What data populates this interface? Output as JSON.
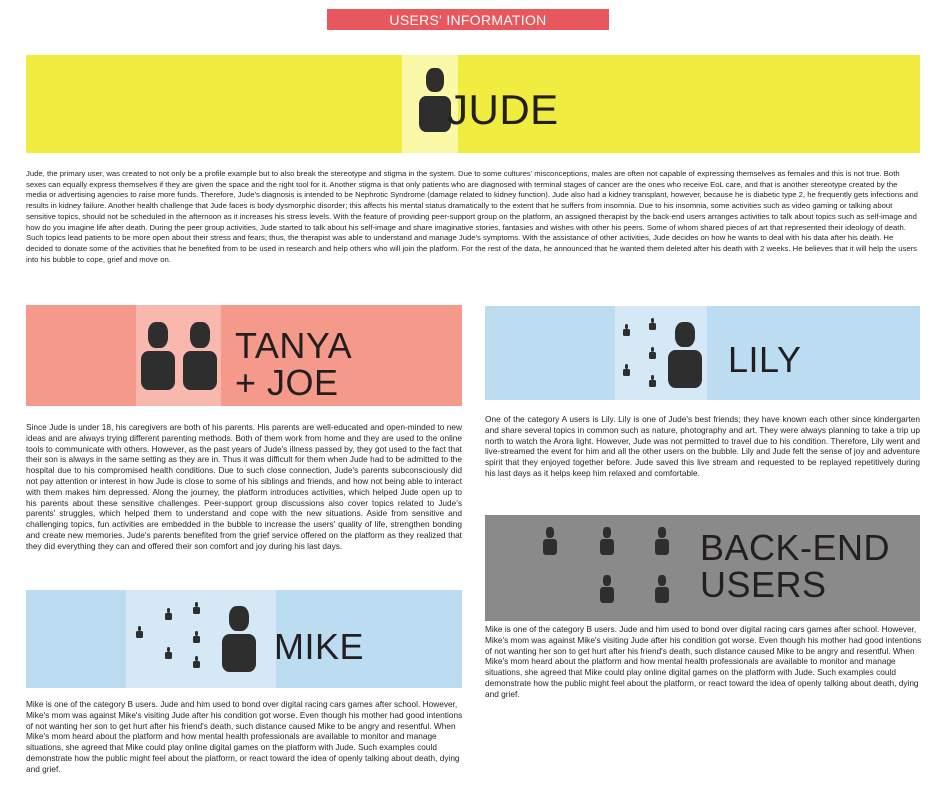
{
  "page": {
    "header_label": "USERS' INFORMATION"
  },
  "colors": {
    "header_red": "#e8575d",
    "jude_yellow": "#f1ec40",
    "tanya_salmon": "#f59a8a",
    "lily_blue": "#bcdcf2",
    "mike_blue": "#bcdcf2",
    "backend_gray": "#8a8a8a",
    "icon_dark": "#2e2e2e"
  },
  "icons": {
    "jude": "person-icon",
    "tanya_joe": "two-person-icon",
    "lily": "person-group-icon",
    "mike": "person-group-icon",
    "backend": "person-grid-icon"
  },
  "jude": {
    "title": "JUDE",
    "description": "Jude, the primary user, was created to not only be a profile example but to also break the stereotype and stigma in the system. Due to some cultures' misconceptions, males are often not capable of expressing themselves as females and this is not true. Both sexes can equally express themselves if they are given the space and the right tool for it. Another stigma is that only patients who are diagnosed with terminal stages of cancer are the ones who receive EoL care, and that is another stereotype created by the media or advertising agencies to raise more funds. Therefore, Jude's diagnosis is intended to be Nephrotic Syndrome (damage related to kidney function). Jude also had a kidney transplant, however, because he is diabetic type 2, he frequently gets infections and results in kidney failure. Another health challenge that Jude faces is body dysmorphic disorder; this affects his mental status dramatically to the extent that he suffers from insomnia. Due to his insomnia, some activities such as video gaming or talking about sensitive topics, should not be scheduled in the afternoon as it increases his stress levels. With the feature of providing peer-support group on the platform, an assigned therapist by the back-end users arranges activities to talk about topics such as self-image and how do you imagine life after death. During the peer group activities, Jude started to talk about his self-image and share imaginative stories, fantasies and wishes with other his peers. Some of whom shared pieces of art that represented their ideology of death. Such topics lead patients to be more open about their stress and fears; thus, the therapist was able to understand and manage Jude's symptoms. With the assistance of other activities, Jude decides on how he wants to deal with his data after his death. He decided to donate some of the activities that he benefited from to be used in research and help others who will join the platform. For the rest of the data, he announced that he wanted them deleted after his death with 2 weeks. He believes that it will help the users into his bubble to cope, grief and move on."
  },
  "tanya_joe": {
    "title_line1": "TANYA",
    "title_line2": "+ JOE",
    "description": "Since Jude is under 18, his caregivers are both of his parents. His parents are well-educated and open-minded to new ideas and are always trying different parenting methods. Both of them work from home and they are used to the online tools to communicate with others. However, as the past years of Jude's illness passed by, they got used to the fact that their son is always in the same setting as they are in. Thus it was difficult for them when Jude had to be admitted to the hospital due to his compromised health conditions. Due to such close connection, Jude's parents subconsciously did not pay attention or interest in how Jude is close to some of his siblings and friends, and how not being able to interact with them makes him depressed. Along the journey, the platform introduces activities, which helped Jude open up to his parents about these sensitive challenges. Peer-support group discussions also cover topics related to Jude's parents' struggles, which helped them to understand and cope with the new situations. Aside from sensitive and challenging topics, fun activities are embedded in the bubble to increase the users' quality of life, strengthen bonding and create new memories. Jude's parents benefited from the grief service offered on the platform as they realized that they did everything they can and offered their son comfort and joy during his last days."
  },
  "lily": {
    "title": "LILY",
    "description": "One of the category A users is Lily. Lily is one of Jude's best friends; they have known each other since kindergarten and share several topics in common such as nature, photography and art. They were always planning to take a trip up north to watch the Arora light. However, Jude was not permitted to travel due to his condition. Therefore, Lily went and live-streamed the event for him and all the other users on the bubble. Lily and Jude felt the sense of joy and adventure spirit that they enjoyed together before. Jude saved this live stream and requested to be replayed repetitively during his last days as it helps keep him relaxed and comfortable."
  },
  "backend": {
    "title_line1": "BACK-END",
    "title_line2": "USERS",
    "description": "Mike is one of the category B users. Jude and him used to bond over digital racing cars games after school. However, Mike's mom was against Mike's visiting Jude after his condition got worse. Even though his mother had good intentions of not wanting her son to get hurt after his friend's death, such distance caused Mike to be angry and resentful. When Mike's mom heard about the platform and how mental health professionals are available to monitor and manage situations, she agreed that Mike could play online digital games on the platform with Jude. Such examples could demonstrate how the public might feel about the platform, or react toward the idea of openly talking about death, dying and grief."
  },
  "mike": {
    "title": "MIKE",
    "description": "Mike is one of the category B users. Jude and him used to bond over digital racing cars games after school. However, Mike's mom was against Mike's visiting Jude after his condition got worse. Even though his mother had good intentions of not wanting her son to get hurt after his friend's death, such distance caused Mike to be angry and resentful. When Mike's mom heard about the platform and how mental health professionals are available to monitor and manage situations, she agreed that Mike could play online digital games on the platform with Jude. Such examples could demonstrate how the public might feel about the platform, or react toward the idea of openly talking about death, dying and grief."
  }
}
